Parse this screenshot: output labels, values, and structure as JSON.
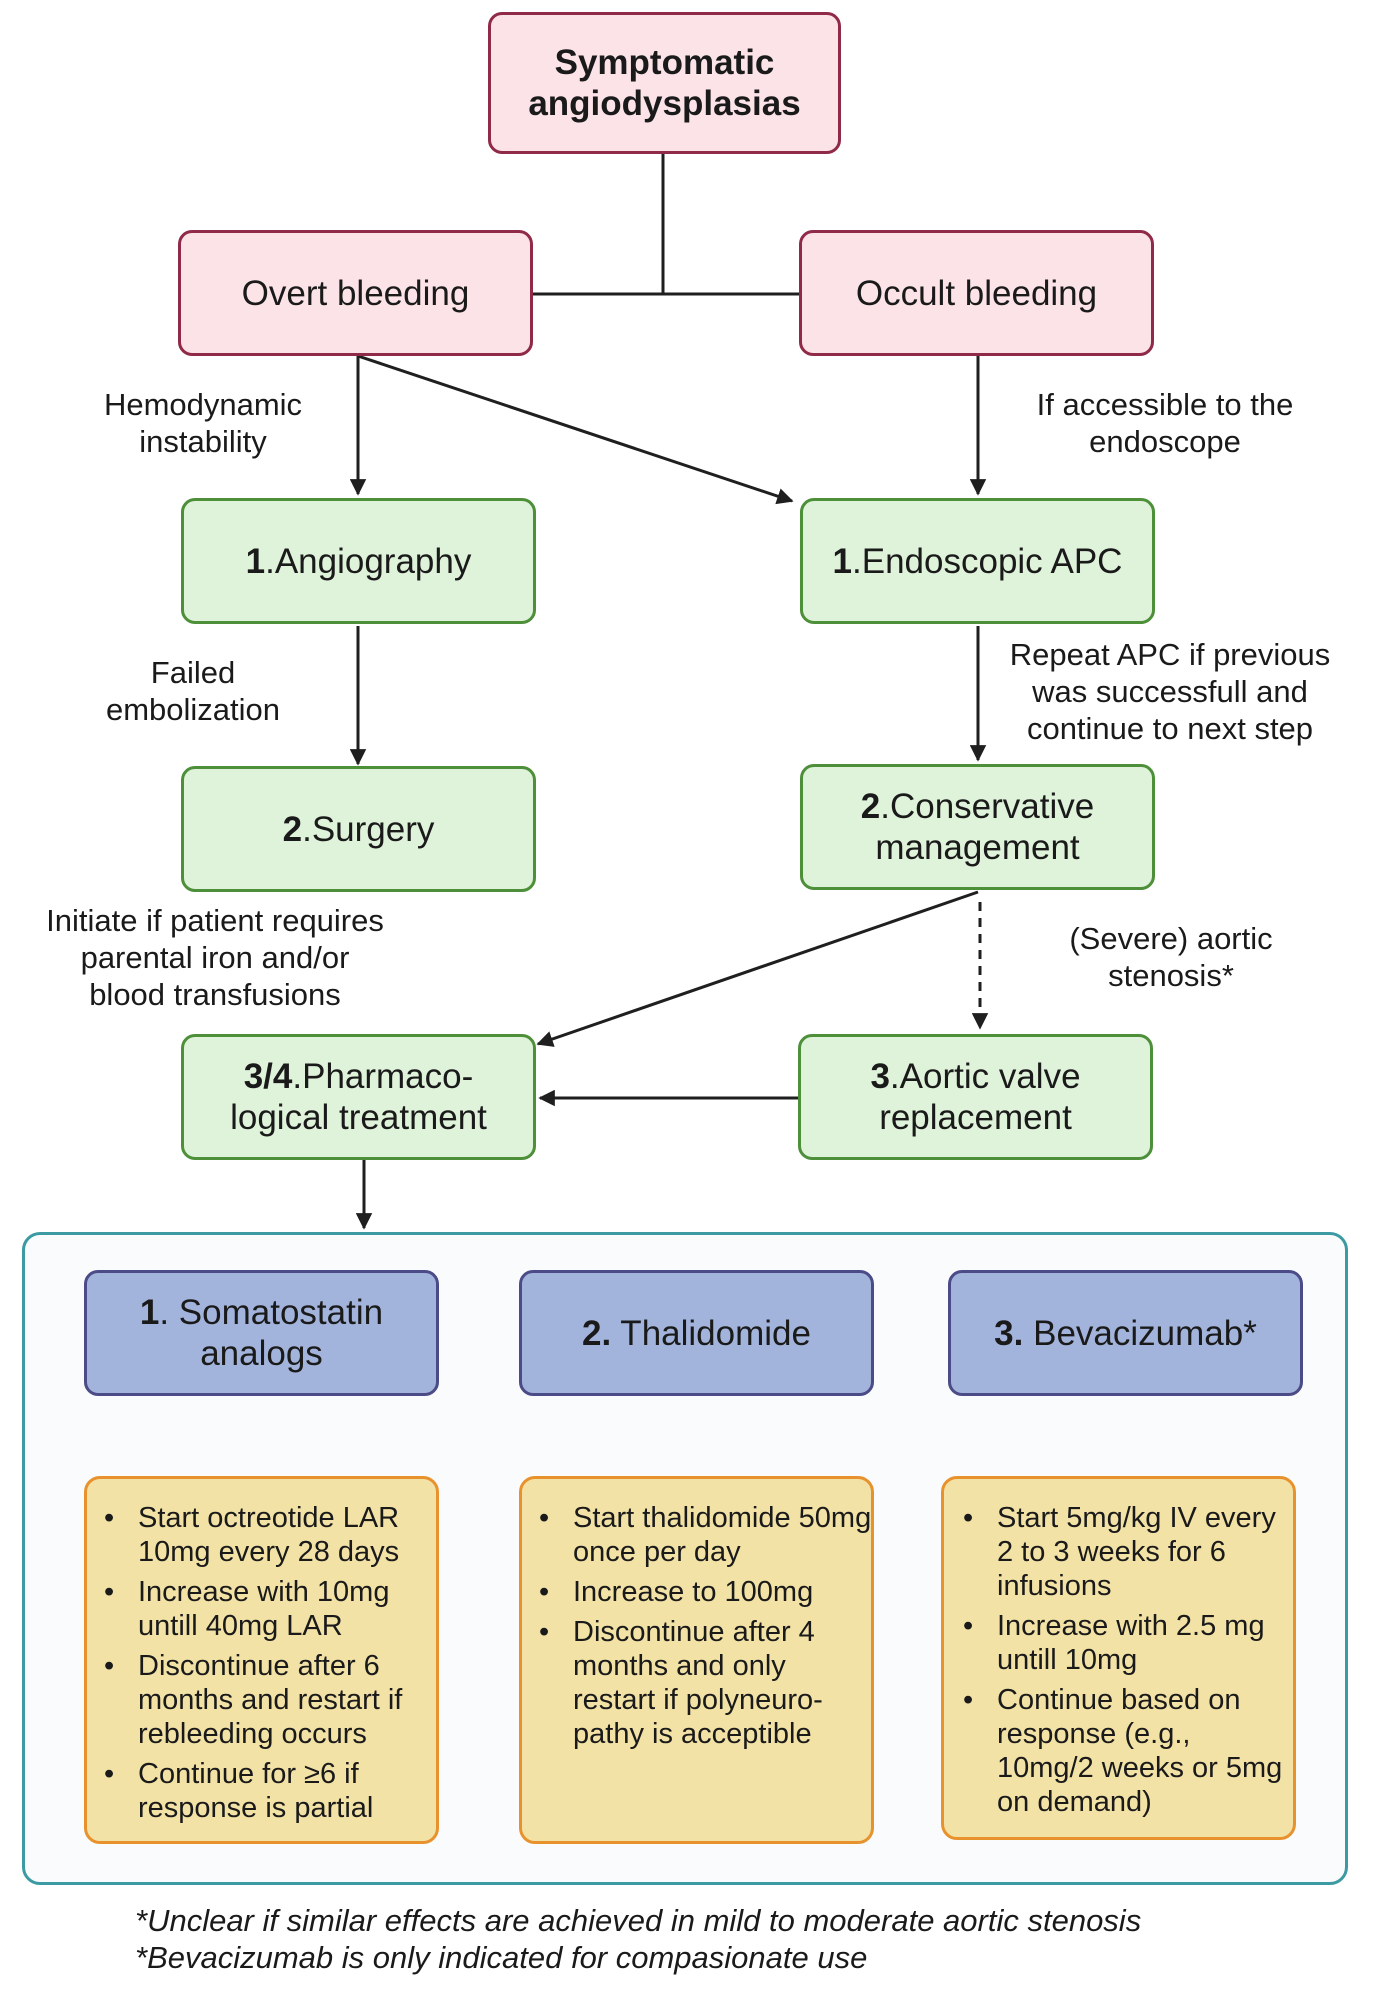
{
  "nodes": {
    "symptomatic": {
      "line1": "Symptomatic",
      "line2": "angiodysplasias"
    },
    "overt": "Overt bleeding",
    "occult": "Occult bleeding",
    "angiography": {
      "num": "1",
      "text": ".Angiography"
    },
    "endoscopic_apc": {
      "num": "1",
      "text": ".Endoscopic APC"
    },
    "surgery": {
      "num": "2",
      "text": ".Surgery"
    },
    "conservative": {
      "num": "2",
      "text": ".Conservative",
      "line2": "management"
    },
    "pharmaco": {
      "num": "3/4",
      "text": ".Pharmaco-",
      "line2": "logical treatment"
    },
    "aortic": {
      "num": "3",
      "text": ".Aortic valve",
      "line2": "replacement"
    }
  },
  "edge_labels": {
    "hemodynamic": [
      "Hemodynamic",
      "instability"
    ],
    "accessible": [
      "If accessible to the",
      "endoscope"
    ],
    "failed": [
      "Failed",
      "embolization"
    ],
    "repeat_apc": [
      "Repeat APC if previous",
      "was successfull and",
      "continue to next step"
    ],
    "initiate": [
      "Initiate if patient requires",
      "parental iron and/or",
      "blood transfusions"
    ],
    "severe": [
      "(Severe) aortic",
      "stenosis*"
    ]
  },
  "drugs": [
    {
      "num": "1",
      "text": ". Somatostatin",
      "line2": "analogs",
      "bullets": [
        "Start octreotide LAR 10mg every 28 days",
        "Increase with 10mg untill 40mg LAR",
        "Discontinue after 6 months and restart if rebleeding occurs",
        "Continue for ≥6 if response is partial"
      ]
    },
    {
      "num": "2.",
      "text": " Thalidomide",
      "line2": "",
      "bullets": [
        "Start thalidomide 50mg once per day",
        "Increase to 100mg",
        "Discontinue after 4 months and only restart if polyneuro-pathy is acceptible"
      ]
    },
    {
      "num": "3.",
      "text": " Bevacizumab*",
      "line2": "",
      "bullets": [
        "Start 5mg/kg IV every 2 to 3 weeks for 6 infusions",
        "Increase with 2.5 mg untill 10mg",
        "Continue based on response (e.g., 10mg/2 weeks or 5mg on demand)"
      ]
    }
  ],
  "footnotes": [
    "*Unclear if similar effects are achieved in mild to moderate aortic stenosis",
    "*Bevacizumab is only indicated for compasionate use"
  ],
  "colors": {
    "pink_fill": "#fbe3e8",
    "pink_border": "#8f2a48",
    "green_fill": "#dff2da",
    "green_border": "#4e8f3a",
    "blue_fill": "#a3b4dc",
    "blue_border": "#4b4c87",
    "yellow_fill": "#f3e2a6",
    "yellow_border": "#e8922e",
    "panel_border": "#3c9aa2"
  }
}
